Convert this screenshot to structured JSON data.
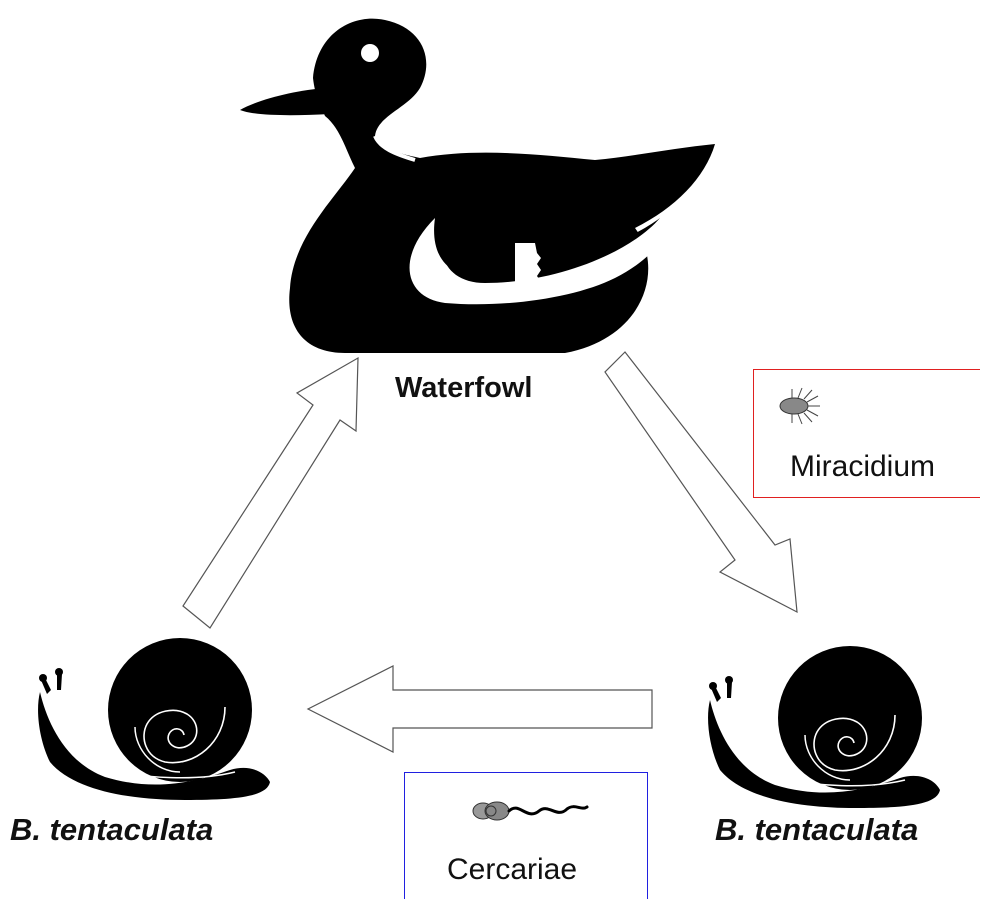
{
  "diagram": {
    "hosts": {
      "definitive": "Waterfowl",
      "intermediate_left": "B. tentaculata",
      "intermediate_right": "B. tentaculata"
    },
    "larval_stages": {
      "miracidium": "Miracidium",
      "cercariae": "Cercariae"
    },
    "icons": {
      "duck": "duck-icon",
      "snail": "snail-icon",
      "miracidium": "miracidium-icon",
      "cercaria": "cercaria-icon",
      "arrow": "hollow-arrow"
    },
    "colors": {
      "silhouette": "#000000",
      "miracidium_box_border": "#e02020",
      "cercariae_box_border": "#2020e0",
      "arrow_outline": "#555555"
    }
  }
}
